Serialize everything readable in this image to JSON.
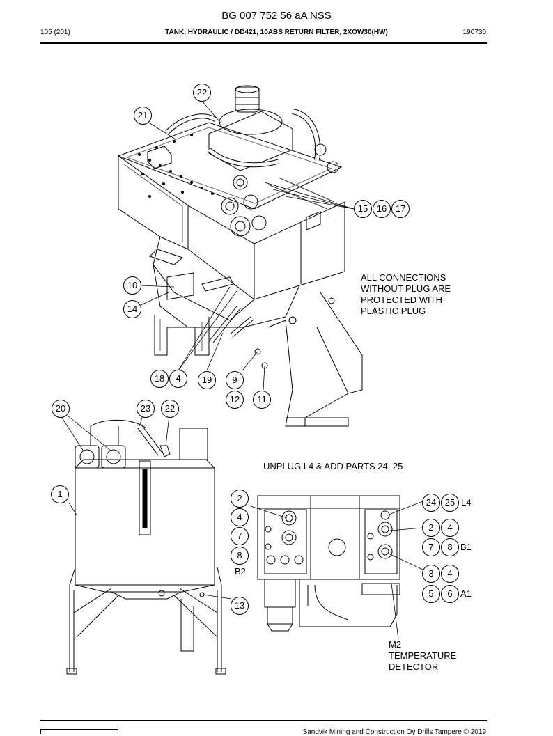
{
  "header": {
    "doc_id": "BG 007 752 56 aA NSS",
    "page": "105 (201)",
    "title": "TANK, HYDRAULIC / DD421, 10ABS RETURN FILTER, 2XOW30(HW)",
    "code": "190730"
  },
  "notes": {
    "connections": [
      "ALL CONNECTIONS",
      "WITHOUT PLUG ARE",
      "PROTECTED WITH",
      "PLASTIC PLUG"
    ],
    "unplug": "UNPLUG L4 & ADD PARTS 24, 25",
    "sensor": [
      "M2",
      "TEMPERATURE",
      "DETECTOR"
    ]
  },
  "balloons": {
    "b22a": "22",
    "b21": "21",
    "b15": "15",
    "b16": "16",
    "b17": "17",
    "b10": "10",
    "b14": "14",
    "b18": "18",
    "b4a": "4",
    "b19": "19",
    "b9": "9",
    "b12": "12",
    "b11": "11",
    "b20": "20",
    "b23": "23",
    "b22b": "22",
    "b1": "1",
    "b13": "13",
    "b2a": "2",
    "b4b": "4",
    "b7a": "7",
    "b8a": "8",
    "b24": "24",
    "b25": "25",
    "b2b": "2",
    "b4c": "4",
    "b7b": "7",
    "b8b": "8",
    "b3": "3",
    "b4d": "4",
    "b5": "5",
    "b6": "6"
  },
  "labels": {
    "b2_port": "B2",
    "l4_port": "L4",
    "b1_port": "B1",
    "a1_port": "A1"
  },
  "footer": {
    "copyright": "Sandvik Mining and Construction Oy Drills Tampere © 2019"
  }
}
